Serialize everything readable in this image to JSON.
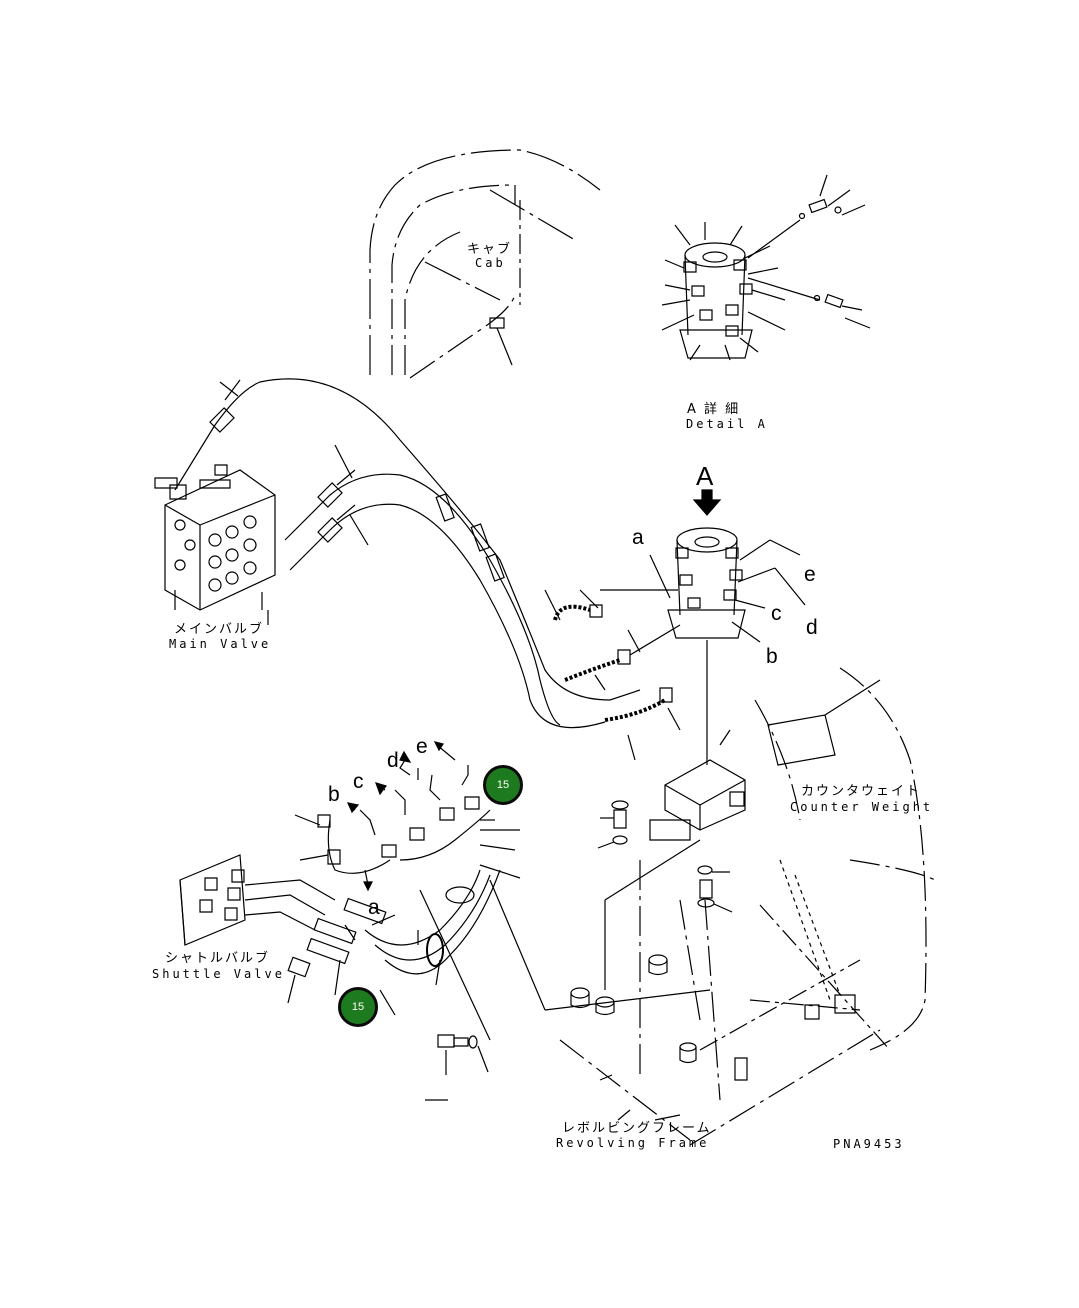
{
  "labels": {
    "cab_jp": "キャブ",
    "cab_en": "Cab",
    "detail_jp": "A 詳 細",
    "detail_en": "Detail A",
    "view_letter": "A",
    "main_valve_jp": "メインバルブ",
    "main_valve_en": "Main Valve",
    "counter_weight_jp": "カウンタウェイト",
    "counter_weight_en": "Counter Weight",
    "shuttle_valve_jp": "シャトルバルブ",
    "shuttle_valve_en": "Shuttle Valve",
    "revolving_frame_jp": "レボルビングフレーム",
    "revolving_frame_en": "Revolving Frame",
    "drawing_code": "PNA9453"
  },
  "connection_letters": {
    "upper": [
      "a",
      "b",
      "c",
      "d",
      "e"
    ],
    "lower": [
      "b",
      "c",
      "d",
      "e",
      "a"
    ]
  },
  "callouts": [
    {
      "id": "15",
      "label": "15",
      "color": "#1e7a1e"
    },
    {
      "id": "15",
      "label": "15",
      "color": "#1e7a1e"
    }
  ]
}
